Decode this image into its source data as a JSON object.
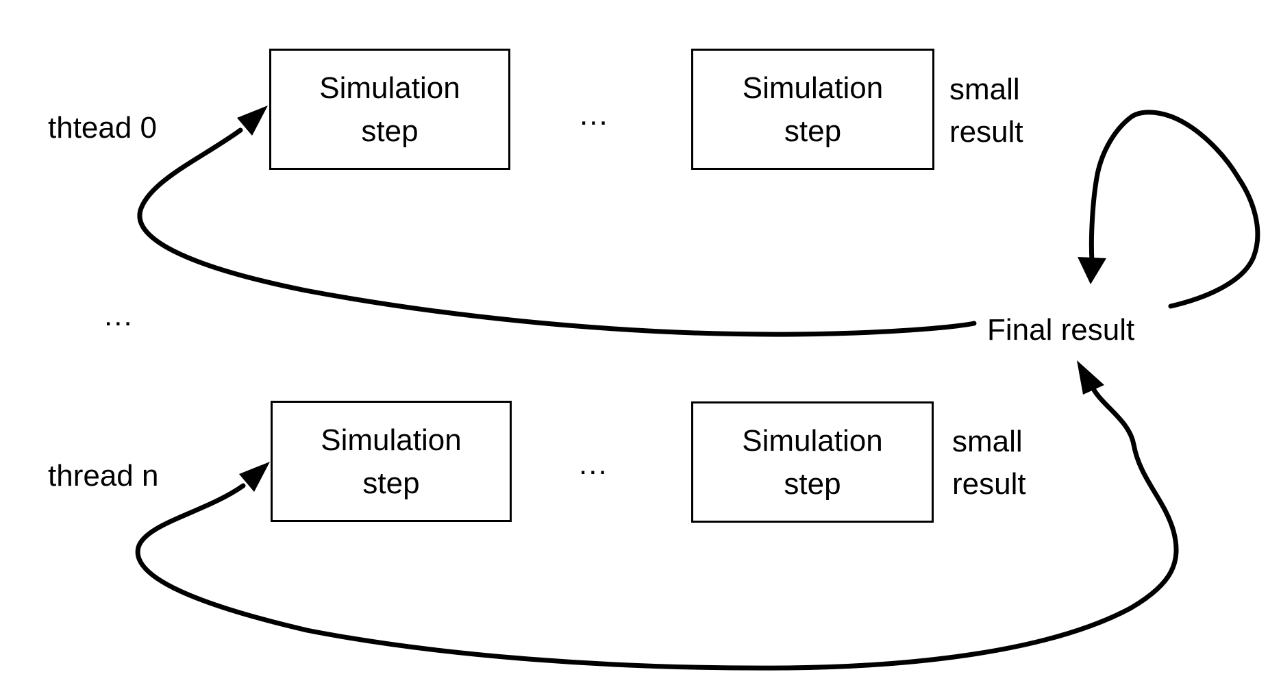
{
  "colors": {
    "ink": "#000000",
    "background": "#ffffff"
  },
  "threads": [
    {
      "label": "thtead 0",
      "steps": [
        "Simulation step",
        "Simulation step"
      ],
      "steps_ellipsis": "...",
      "result_label": "small result"
    },
    {
      "label": "thread n",
      "steps": [
        "Simulation step",
        "Simulation step"
      ],
      "steps_ellipsis": "...",
      "result_label": "small result"
    }
  ],
  "threads_ellipsis": "...",
  "final_result_label": "Final result"
}
